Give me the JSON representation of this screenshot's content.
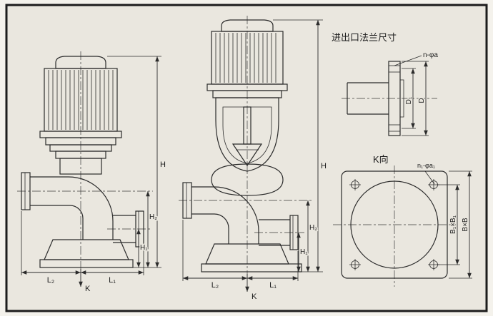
{
  "colors": {
    "paper": "#eae7df",
    "margin": "#f4f2ec",
    "line": "#2b2b2b",
    "frame": "#1c1c1c"
  },
  "drawing": {
    "flange_section": {
      "title": "进出口法兰尺寸",
      "bolt_label": "n-φa",
      "dim_d1": "D₁",
      "dim_d": "D"
    },
    "k_view": {
      "title": "K向",
      "bolt_label": "n₁-φa₁",
      "dim_b1": "B₁×B₁",
      "dim_b": "B×B"
    },
    "left_pump": {
      "dim_h": "H",
      "dim_h2": "H₂",
      "dim_h1": "H₁",
      "dim_l2": "L₂",
      "dim_l1": "L₁",
      "dim_k": "K"
    },
    "right_pump": {
      "dim_h": "H",
      "dim_h2": "H₂",
      "dim_h1": "H₁",
      "dim_l2": "L₂",
      "dim_l1": "L₁",
      "dim_k": "K"
    }
  }
}
